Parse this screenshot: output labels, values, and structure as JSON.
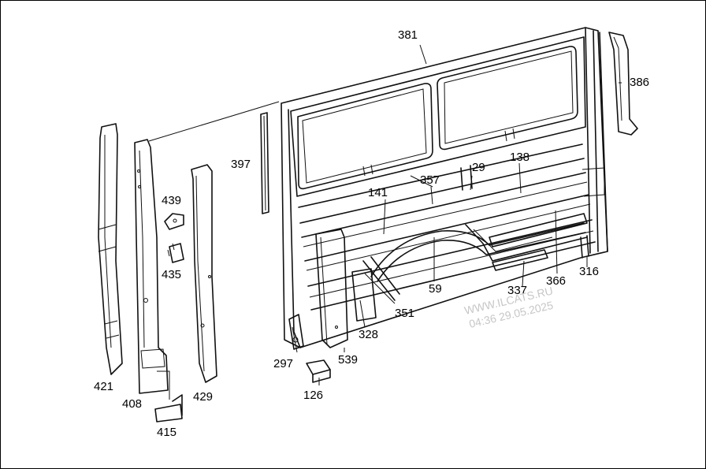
{
  "callouts": [
    {
      "id": "381",
      "text": "381"
    },
    {
      "id": "386",
      "text": "386"
    },
    {
      "id": "397",
      "text": "397"
    },
    {
      "id": "439",
      "text": "439"
    },
    {
      "id": "435",
      "text": "435"
    },
    {
      "id": "421",
      "text": "421"
    },
    {
      "id": "408",
      "text": "408"
    },
    {
      "id": "415",
      "text": "415"
    },
    {
      "id": "429",
      "text": "429"
    },
    {
      "id": "141",
      "text": "141"
    },
    {
      "id": "357",
      "text": "357"
    },
    {
      "id": "29",
      "text": "29"
    },
    {
      "id": "138",
      "text": "138"
    },
    {
      "id": "59",
      "text": "59"
    },
    {
      "id": "337",
      "text": "337"
    },
    {
      "id": "366",
      "text": "366"
    },
    {
      "id": "316",
      "text": "316"
    },
    {
      "id": "351",
      "text": "351"
    },
    {
      "id": "328",
      "text": "328"
    },
    {
      "id": "297",
      "text": "297"
    },
    {
      "id": "539",
      "text": "539"
    },
    {
      "id": "126",
      "text": "126"
    }
  ],
  "watermark": {
    "line1": "WWW.ILCATS.RU",
    "line2": "04:36 29.05.2025"
  }
}
